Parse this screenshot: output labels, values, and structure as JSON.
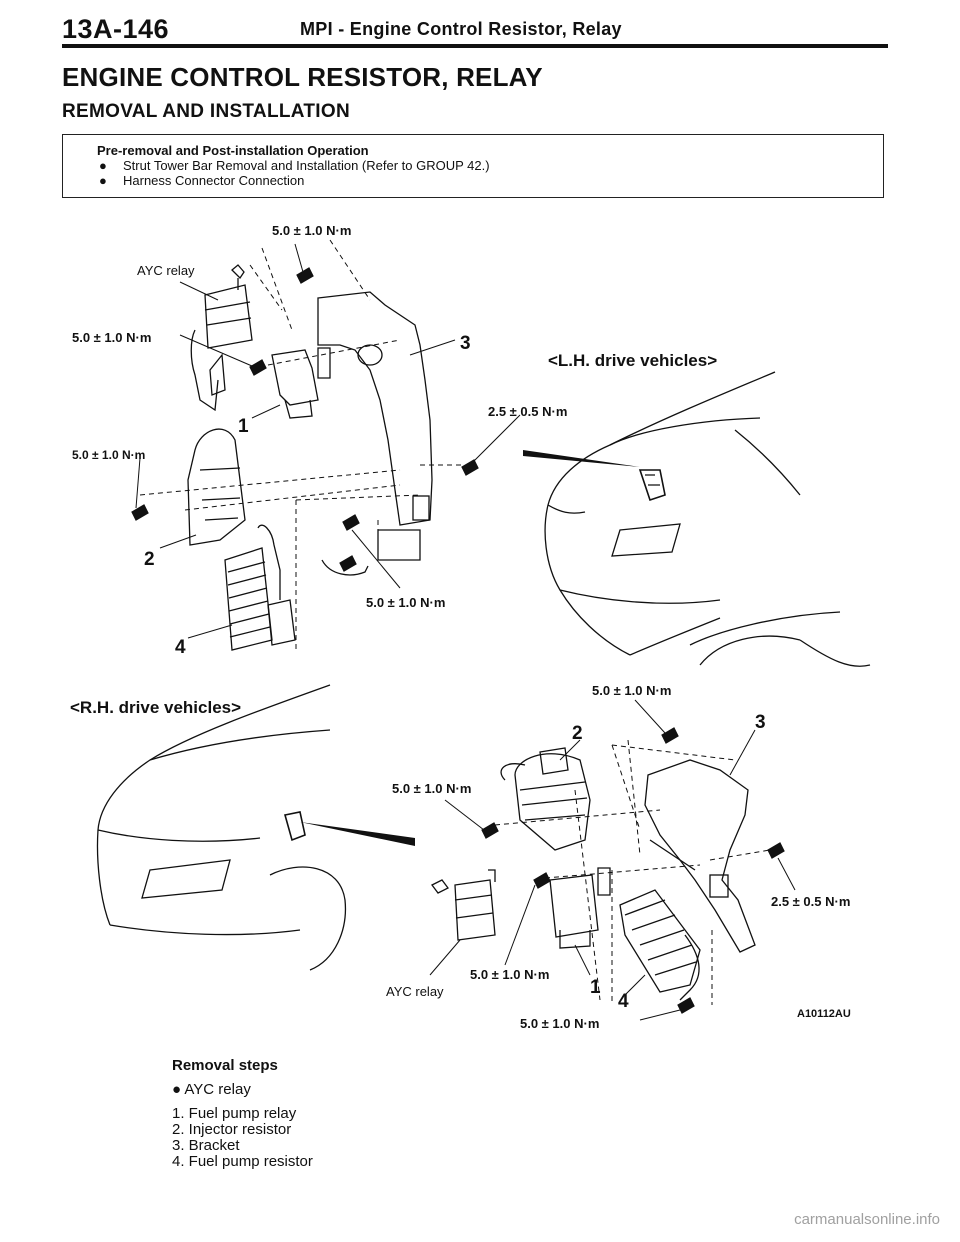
{
  "header": {
    "code": "13A-146",
    "title": "MPI - Engine Control Resistor, Relay"
  },
  "main_title": "ENGINE CONTROL RESISTOR, RELAY",
  "sub_title": "REMOVAL AND INSTALLATION",
  "pre_removal": {
    "heading": "Pre-removal and Post-installation Operation",
    "items": [
      "Strut Tower Bar Removal and Installation (Refer to GROUP 42.)",
      "Harness Connector Connection"
    ],
    "bullet": "●"
  },
  "figure": {
    "labels": {
      "lh_drive": "<L.H. drive vehicles>",
      "rh_drive": "<R.H. drive vehicles>",
      "ayc_relay": "AYC relay",
      "figure_id": "A10112AU"
    },
    "torques": {
      "t50": "5.0 ± 1.0 N·m",
      "t50_split": "5.0 ±  1.0 N·m",
      "t25": "2.5 ± 0.5 N·m"
    },
    "callouts": [
      "1",
      "2",
      "3",
      "4"
    ]
  },
  "removal_steps": {
    "heading": "Removal steps",
    "bullet": "●",
    "pre_item": "AYC relay",
    "items": [
      "1. Fuel pump relay",
      "2. Injector resistor",
      "3. Bracket",
      "4. Fuel pump resistor"
    ]
  },
  "watermark": "carmanualsonline.info"
}
